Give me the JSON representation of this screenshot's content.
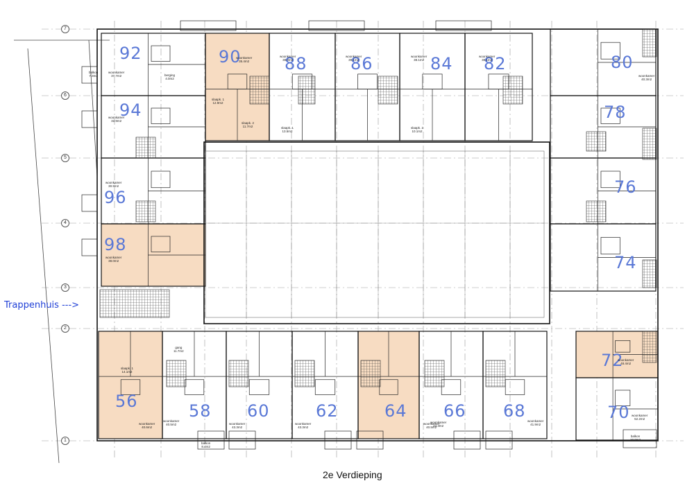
{
  "caption": "2e Verdieping",
  "callout": "Trappenhuis --->",
  "grid_labels": [
    "7",
    "6",
    "5",
    "4",
    "3",
    "2",
    "1"
  ],
  "colors": {
    "highlight": "#f7dcc2",
    "wall": "#111111",
    "unit_number": "#5a78d6",
    "callout": "#1f3fd6",
    "grid": "#888888"
  },
  "units": [
    {
      "n": "56",
      "highlight": true
    },
    {
      "n": "58",
      "highlight": false
    },
    {
      "n": "60",
      "highlight": false
    },
    {
      "n": "62",
      "highlight": false
    },
    {
      "n": "64",
      "highlight": true
    },
    {
      "n": "66",
      "highlight": false
    },
    {
      "n": "68",
      "highlight": false
    },
    {
      "n": "70",
      "highlight": false
    },
    {
      "n": "72",
      "highlight": true
    },
    {
      "n": "74",
      "highlight": false
    },
    {
      "n": "76",
      "highlight": false
    },
    {
      "n": "78",
      "highlight": false
    },
    {
      "n": "80",
      "highlight": false
    },
    {
      "n": "82",
      "highlight": false
    },
    {
      "n": "84",
      "highlight": false
    },
    {
      "n": "86",
      "highlight": false
    },
    {
      "n": "88",
      "highlight": false
    },
    {
      "n": "90",
      "highlight": true
    },
    {
      "n": "92",
      "highlight": false
    },
    {
      "n": "94",
      "highlight": false
    },
    {
      "n": "96",
      "highlight": false
    },
    {
      "n": "98",
      "highlight": true
    }
  ],
  "room_labels": [
    "woonkamer\n35.4m2",
    "woonkamer\n38.0m2",
    "woonkamer\n39.1m2",
    "woonkamer\n38.1m2",
    "woonkamer\n38.1m2",
    "woonkamer\n37.7m2",
    "woonkamer\n40.3m2",
    "woonkamer\n32.9m2",
    "woonkamer\n30.9m2",
    "woonkamer\n38.0m2",
    "woonkamer\n40.5m2",
    "woonkamer\n43.3m2",
    "woonkamer\n43.3m2",
    "woonkamer\n40.5m2",
    "woonkamer\n40.6m2",
    "woonkamer\n43.3m2",
    "woonkamer\n41.9m2",
    "woonkamer\n52.2m2",
    "woonkamer\n48.4m2",
    "slaapk. 1\n12.9m2",
    "slaapk. 2\n11.7m2",
    "slaapk. 1\n13.5m2",
    "slaapk. 2\n10.1m2",
    "slaapk. 1\n14.1m2",
    "balkon\n7.3m2",
    "balkon\n8.4m2",
    "balkon\n10.0m2",
    "berging\n4.0m2",
    "gang\n11.7m2"
  ]
}
